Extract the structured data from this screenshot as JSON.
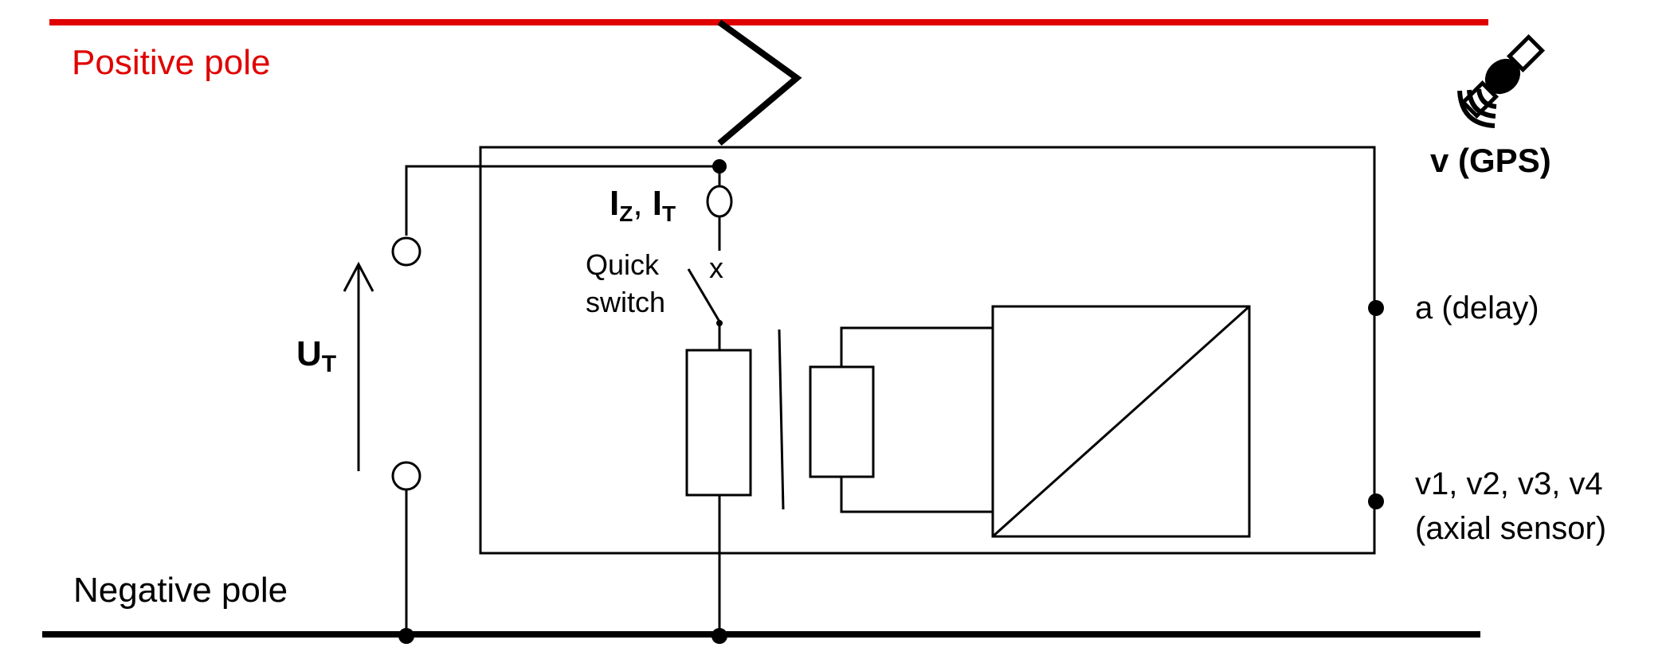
{
  "labels": {
    "positive_pole": "Positive pole",
    "negative_pole": "Negative pole",
    "current_main": "I",
    "current_sub_z": "Z",
    "current_sep": ", ",
    "current_main2": "I",
    "current_sub_t": "T",
    "quick_switch_line1": "Quick",
    "quick_switch_line2": "switch",
    "switch_mark": "x",
    "voltage_main": "U",
    "voltage_sub": "T",
    "acceleration": "a (delay)",
    "speed_sensors_line1": "v1, v2, v3, v4",
    "speed_sensors_line2": "(axial sensor)",
    "gps_speed": "v (GPS)"
  },
  "colors": {
    "positive_pole": "#e00000",
    "wires": "#000000",
    "background": "#ffffff"
  },
  "icons": {
    "gps": "satellite-icon"
  }
}
